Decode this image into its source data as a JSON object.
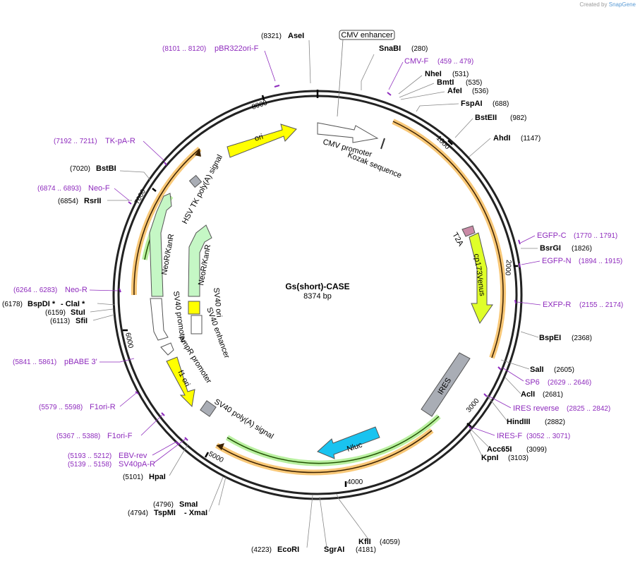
{
  "credit": {
    "prefix": "Created by",
    "brand": "SnapGene"
  },
  "plasmid": {
    "name": "Gs(short)-CASE",
    "length_label": "8374 bp"
  },
  "ticks": [
    "1000",
    "2000",
    "3000",
    "4000",
    "5000",
    "6000",
    "7000",
    "8000"
  ],
  "features": [
    {
      "label": "ori"
    },
    {
      "label": "CMV promoter"
    },
    {
      "label": "Kozak sequence"
    },
    {
      "label": "HSV TK poly(A) signal"
    },
    {
      "label": "NeoR/KanR"
    },
    {
      "label": "NeoR/KanR"
    },
    {
      "label": "SV40 ori"
    },
    {
      "label": "SV40 enhancer"
    },
    {
      "label": "SV40 promoter"
    },
    {
      "label": "AmpR promoter"
    },
    {
      "label": "f1 ori"
    },
    {
      "label": "SV40 poly(A) signal"
    },
    {
      "label": "T2A"
    },
    {
      "label": "cp173Venus"
    },
    {
      "label": "IRES"
    },
    {
      "label": "Nluc"
    },
    {
      "label": "CMV enhancer"
    }
  ],
  "sites": [
    {
      "name": "AseI",
      "pos": "(8321)"
    },
    {
      "name": "SnaBI",
      "pos": "(280)"
    },
    {
      "name": "NheI",
      "pos": "(531)"
    },
    {
      "name": "BmtI",
      "pos": "(535)"
    },
    {
      "name": "AfeI",
      "pos": "(536)"
    },
    {
      "name": "FspAI",
      "pos": "(688)"
    },
    {
      "name": "BstEII",
      "pos": "(982)"
    },
    {
      "name": "AhdI",
      "pos": "(1147)"
    },
    {
      "name": "BsrGI",
      "pos": "(1826)"
    },
    {
      "name": "BspEI",
      "pos": "(2368)"
    },
    {
      "name": "SalI",
      "pos": "(2605)"
    },
    {
      "name": "AclI",
      "pos": "(2681)"
    },
    {
      "name": "HindIII",
      "pos": "(2882)"
    },
    {
      "name": "Acc65I",
      "pos": "(3099)"
    },
    {
      "name": "KpnI",
      "pos": "(3103)"
    },
    {
      "name": "KflI",
      "pos": "(4059)"
    },
    {
      "name": "SgrAI",
      "pos": "(4181)"
    },
    {
      "name": "EcoRI",
      "pos": "(4223)"
    },
    {
      "name": "SmaI",
      "pos": "(4796)"
    },
    {
      "name": "TspMI",
      "pos": "(4794)"
    },
    {
      "name": "XmaI",
      "pos": "- XmaI"
    },
    {
      "name": "HpaI",
      "pos": "(5101)"
    },
    {
      "name": "BstBI",
      "pos": "(7020)"
    },
    {
      "name": "RsrII",
      "pos": "(6854)"
    },
    {
      "name": "BspDI *",
      "pos": "(6178)"
    },
    {
      "name": "ClaI *",
      "pos": "- ClaI *"
    },
    {
      "name": "StuI",
      "pos": "(6159)"
    },
    {
      "name": "SfiI",
      "pos": "(6113)"
    }
  ],
  "primers": [
    {
      "name": "pBR322ori-F",
      "pos": "(8101 .. 8120)"
    },
    {
      "name": "CMV-F",
      "pos": "(459 .. 479)"
    },
    {
      "name": "EGFP-C",
      "pos": "(1770 .. 1791)"
    },
    {
      "name": "EGFP-N",
      "pos": "(1894 .. 1915)"
    },
    {
      "name": "EXFP-R",
      "pos": "(2155 .. 2174)"
    },
    {
      "name": "SP6",
      "pos": "(2629 .. 2646)"
    },
    {
      "name": "IRES reverse",
      "pos": "(2825 .. 2842)"
    },
    {
      "name": "IRES-F",
      "pos": "(3052 .. 3071)"
    },
    {
      "name": "TK-pA-R",
      "pos": "(7192 .. 7211)"
    },
    {
      "name": "Neo-F",
      "pos": "(6874 .. 6893)"
    },
    {
      "name": "Neo-R",
      "pos": "(6264 .. 6283)"
    },
    {
      "name": "pBABE 3'",
      "pos": "(5841 .. 5861)"
    },
    {
      "name": "F1ori-R",
      "pos": "(5579 .. 5598)"
    },
    {
      "name": "F1ori-F",
      "pos": "(5367 .. 5388)"
    },
    {
      "name": "EBV-rev",
      "pos": "(5193 .. 5212)"
    },
    {
      "name": "SV40pA-R",
      "pos": "(5139 .. 5158)"
    }
  ],
  "colors": {
    "backbone": "#222222",
    "primer": "#8e2bbd",
    "ori": "#ffff00",
    "marker": "#c5f7c5",
    "promoter": "#ffffff",
    "terminator": "#a9adb5",
    "venus": "#dfff29",
    "nluc": "#19c3f0",
    "orf_halo": "#f8c878",
    "green_halo": "#b9f0a0",
    "t2a": "#c98aa6"
  }
}
